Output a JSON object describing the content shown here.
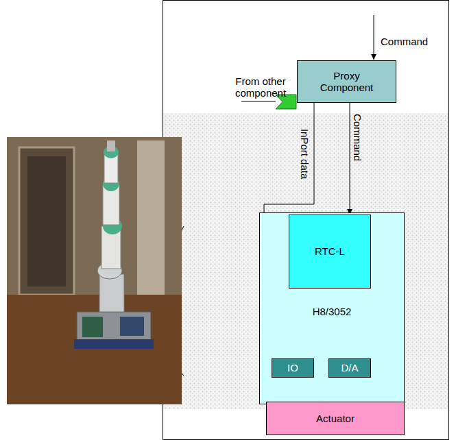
{
  "diagram": {
    "nodes": [
      {
        "text": [
          "Proxy Component"
        ]
      },
      {
        "text": [
          "H8/3052"
        ]
      },
      {
        "text": [
          "RTC-L"
        ],
        "in": 1
      },
      {
        "text": [
          "IO"
        ],
        "in": 1
      },
      {
        "text": [
          "D/A"
        ],
        "in": 1
      },
      {
        "text": [
          "Actuator"
        ]
      }
    ],
    "edges": [
      {
        "from": 0,
        "to": 2,
        "arrow": "to",
        "label": "Command"
      },
      {
        "from": 0,
        "to": 2,
        "arrow": "none",
        "label": "InPort data"
      },
      {
        "from": 3,
        "to": 5,
        "arrow": "to"
      },
      {
        "from": 3,
        "to": 5,
        "arrow": "to"
      },
      {
        "from": 3,
        "to": 5,
        "arrow": "to"
      },
      {
        "from": 4,
        "to": 5,
        "arrow": "to"
      }
    ],
    "labels": [
      "Command",
      "From other component"
    ]
  }
}
